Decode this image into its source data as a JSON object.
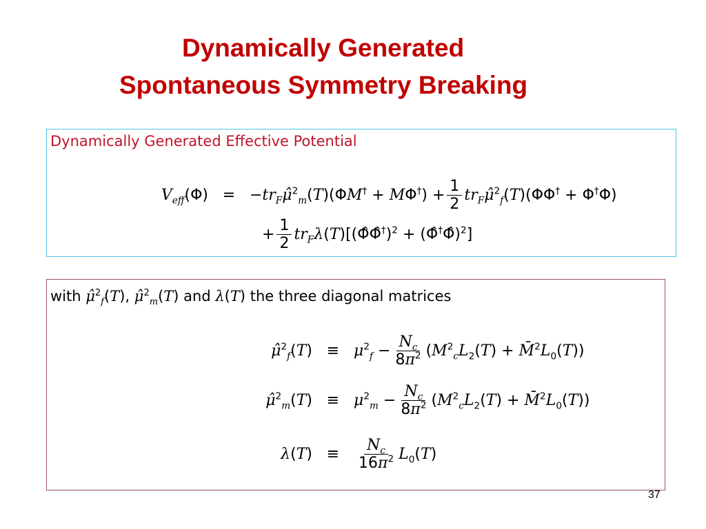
{
  "slide": {
    "title_line1": "Dynamically Generated",
    "title_line2": "Spontaneous Symmetry Breaking",
    "page_number": "37"
  },
  "box1": {
    "heading": "Dynamically Generated Effective Potential",
    "eq1_lhs": "V_eff(Φ)",
    "eq1_relation": "=",
    "eq1_rhs_a": "−tr_F μ̂²_m(T)(ΦM† + MΦ†) +",
    "eq1_frac": "1/2",
    "eq1_rhs_b": "tr_F μ̂²_f(T)(ΦΦ† + Φ†Φ)",
    "eq2_lead": "+",
    "eq2_frac": "1/2",
    "eq2_rhs": "tr_F λ(T)[(Φ̂Φ̂†)² + (Φ̂†Φ̂)²]"
  },
  "box2": {
    "heading": "with μ̂²_f(T), μ̂²_m(T) and λ(T) the three diagonal matrices",
    "equations": [
      {
        "lhs": "μ̂²_f(T)",
        "relation": "≡",
        "rhs": "μ²_f − N_c/(8π²) (M²_c L_2(T) + M̄² L_0(T))"
      },
      {
        "lhs": "μ̂²_m(T)",
        "relation": "≡",
        "rhs": "μ²_m − N_c/(8π²) (M²_c L_2(T) + M̄² L_0(T))"
      },
      {
        "lhs": "λ(T)",
        "relation": "≡",
        "rhs": "N_c/(16π²) L_0(T)"
      }
    ]
  }
}
